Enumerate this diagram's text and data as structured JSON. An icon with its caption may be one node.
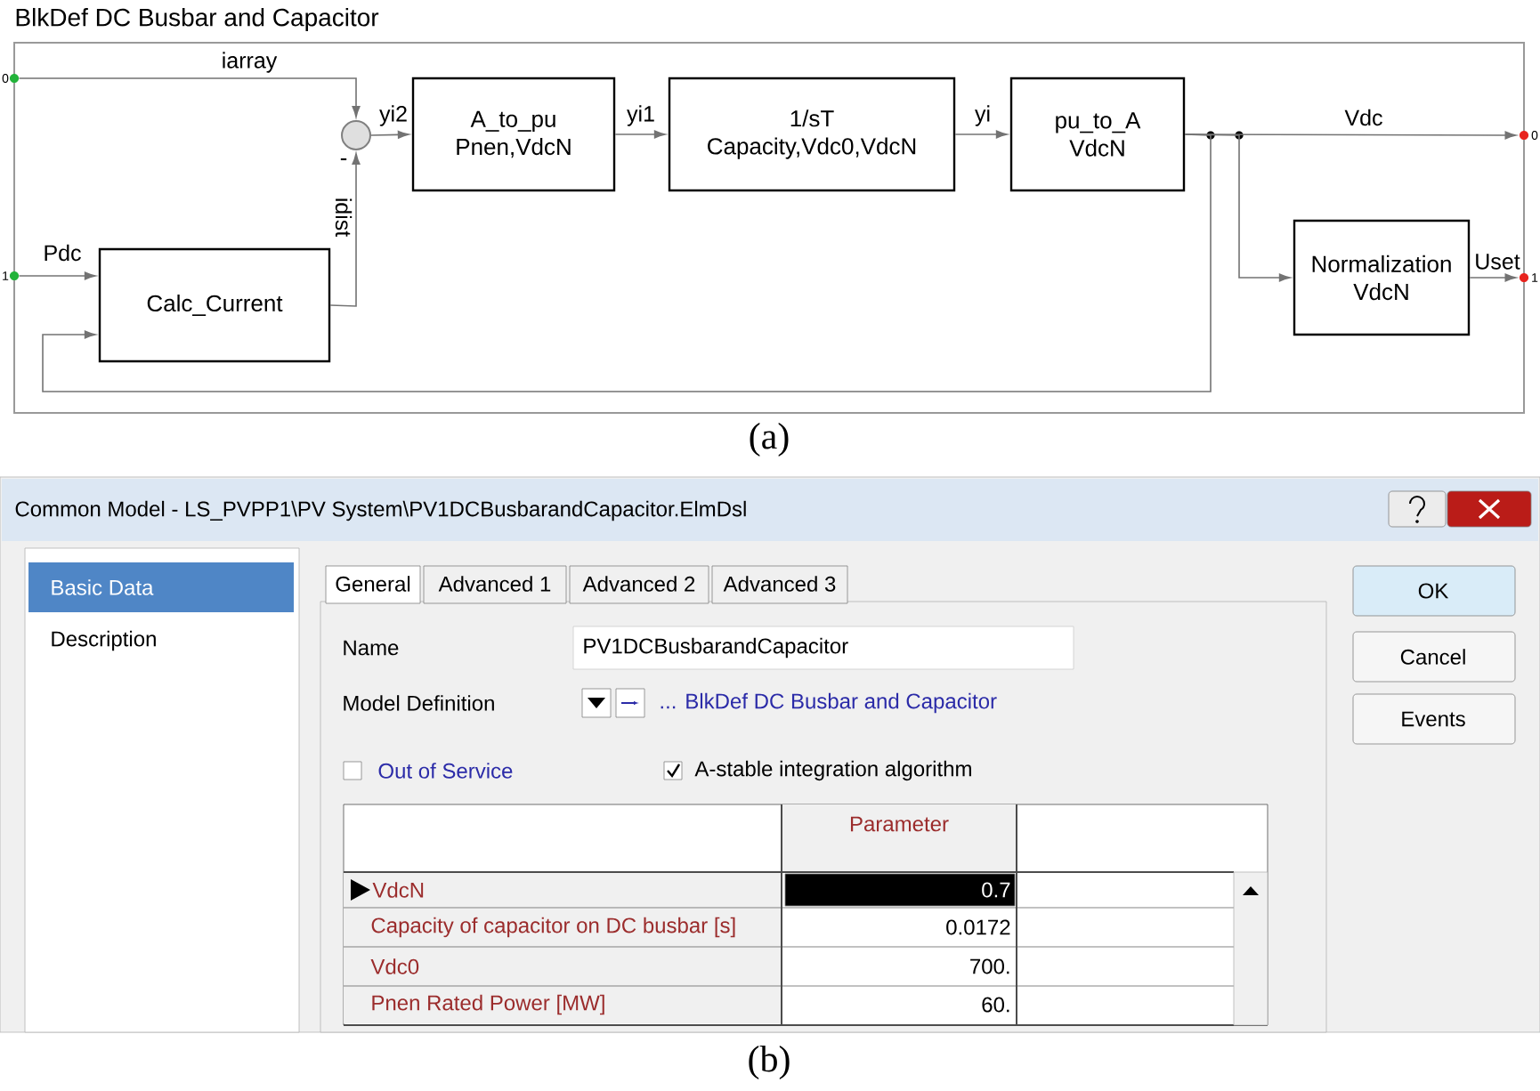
{
  "diagram": {
    "nodes": [
      {
        "text": [
          "BlkDef DC Busbar and Capacitor"
        ]
      },
      {
        "text": [
          "0"
        ]
      },
      {
        "text": [
          "1"
        ]
      },
      {
        "text": [],
        "shape": "circle",
        "in": 0
      },
      {
        "text": [
          "A_to_pu",
          "Pnen,VdcN"
        ],
        "in": 0
      },
      {
        "text": [
          "Calc_Current"
        ],
        "in": 0
      },
      {
        "text": [
          "1/sT",
          "Capacity,Vdc0,VdcN"
        ],
        "in": 0
      },
      {
        "text": [
          "pu_to_A",
          "VdcN"
        ],
        "in": 0
      },
      {
        "text": [
          "Normalization",
          "VdcN"
        ],
        "in": 0
      },
      {
        "text": [
          "0"
        ]
      },
      {
        "text": [
          "1"
        ]
      }
    ],
    "edges": [
      {
        "from": 1,
        "to": 3,
        "arrow": "to",
        "label": "iarray"
      },
      {
        "from": 2,
        "to": 5,
        "arrow": "to",
        "label": "Pdc"
      },
      {
        "from": 5,
        "to": 3,
        "arrow": "to",
        "label": "idist"
      },
      {
        "from": 3,
        "to": 4,
        "arrow": "to",
        "label": "yi2"
      },
      {
        "from": 4,
        "to": 6,
        "arrow": "to",
        "label": "yi1"
      },
      {
        "from": 6,
        "to": 7,
        "arrow": "to",
        "label": "yi"
      },
      {
        "from": 7,
        "to": 9,
        "arrow": "to",
        "label": "Vdc"
      },
      {
        "from": 7,
        "to": 8,
        "arrow": "to"
      },
      {
        "from": 7,
        "to": 5,
        "arrow": "to"
      },
      {
        "from": 8,
        "to": 10,
        "arrow": "to",
        "label": "Uset"
      }
    ],
    "labels": [
      "-",
      "(a)",
      "Common Model - LS_PVPP1\\PV System\\PV1DCBusbarandCapacitor.ElmDsl",
      "Basic Data",
      "General",
      "Advanced 1",
      "Advanced 2",
      "Advanced 3",
      "OK",
      "Description",
      "Name",
      "PV1DCBusbarandCapacitor",
      "Cancel",
      "Model Definition",
      "... BlkDef DC Busbar and Capacitor",
      "Events",
      "Out of Service",
      "A-stable integration algorithm",
      "Parameter",
      "VdcN",
      "0.7",
      "Capacity of capacitor on DC busbar [s]",
      "0.0172",
      "Vdc0",
      "700.",
      "Pnen  Rated Power [MW]",
      "60.",
      "(b)"
    ]
  }
}
